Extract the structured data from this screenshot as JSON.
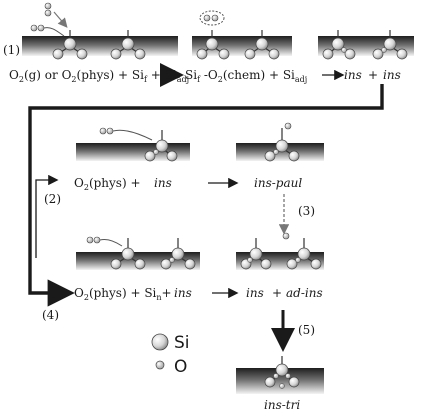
{
  "steps": {
    "s1": "(1)",
    "s2": "(2)",
    "s3": "(3)",
    "s4": "(4)",
    "s5": "(5)"
  },
  "row1": {
    "o2": "O",
    "o2_sub": "2",
    "g": "(g) or O",
    "o2b_sub": "2",
    "phys": "(phys) + Si",
    "f_sub": "f",
    "plus_si": " + Si",
    "adj_sub": "adj",
    "chem_si": "Si",
    "chem_f_sub": "f",
    "chem_mid": " -O",
    "chem_2_sub": "2",
    "chem_end": "(chem) + Si",
    "chem_adj_sub": "adj",
    "ins1": "ins",
    "plus": "+",
    "ins2": "ins"
  },
  "row2": {
    "lhs_o2": "O",
    "lhs_sub": "2",
    "lhs_rest": "(phys)  +",
    "lhs_ins": "ins",
    "product": "ins-paul"
  },
  "row3": {
    "lhs_o2": "O",
    "lhs_sub": "2",
    "lhs_rest": "(phys) + Si",
    "lhs_n_sub": "n",
    "lhs_plus": "+",
    "lhs_ins": "ins",
    "p1": "ins",
    "plus": "+",
    "p2": "ad-ins"
  },
  "row4": {
    "product": "ins-tri"
  },
  "legend": {
    "si": "Si",
    "o": "O"
  }
}
